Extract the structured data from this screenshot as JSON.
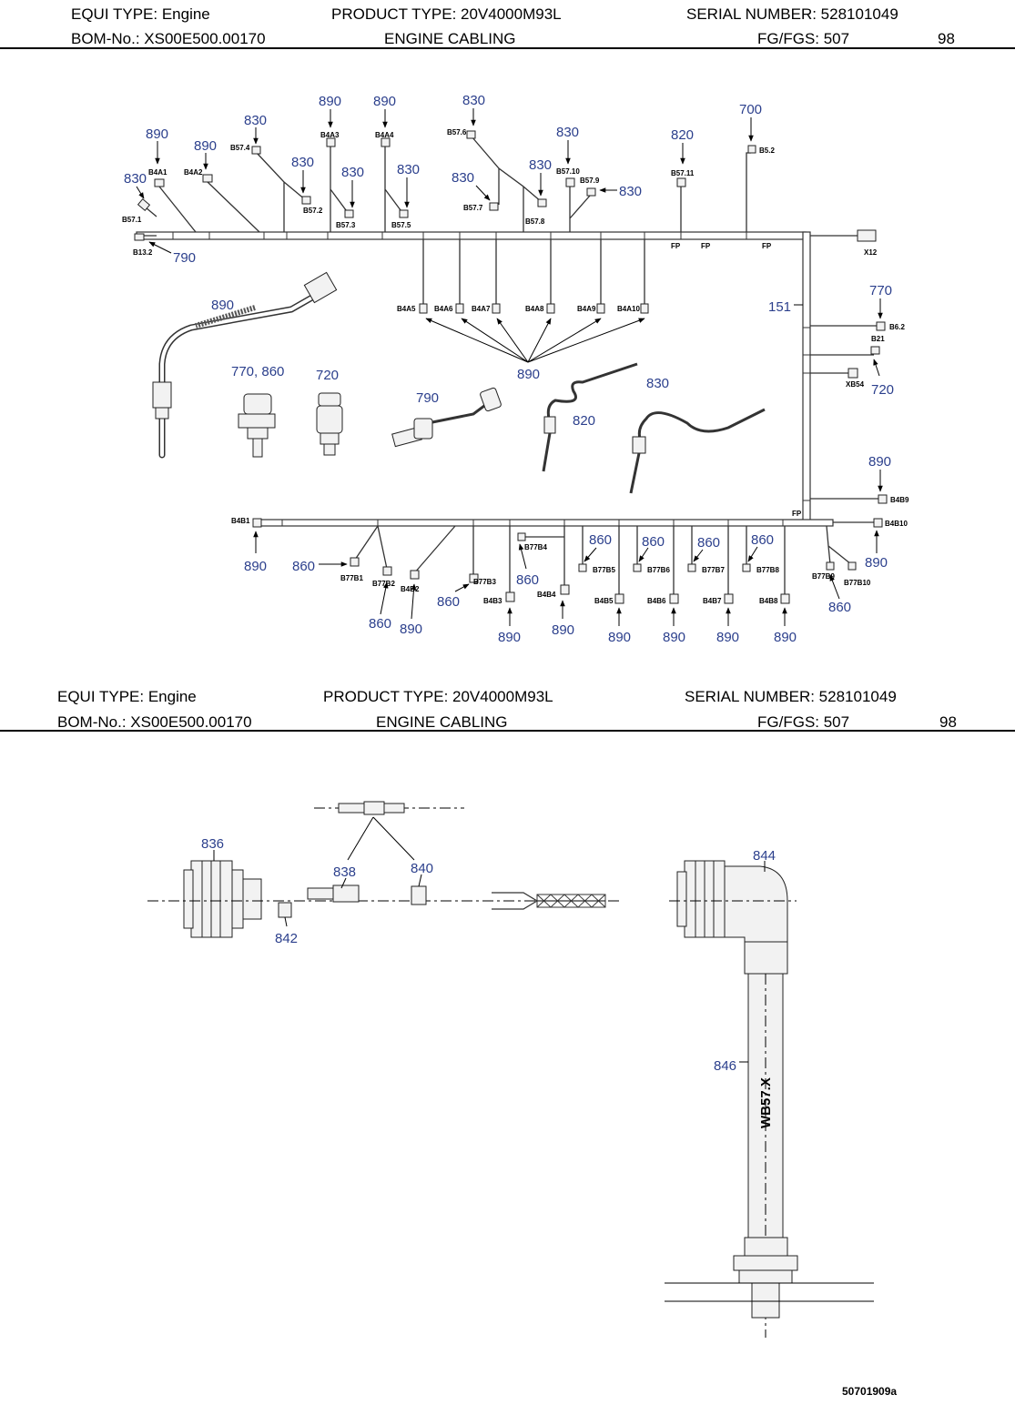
{
  "header": {
    "equi_type": "EQUI TYPE: Engine",
    "product_type": "PRODUCT TYPE: 20V4000M93L",
    "serial_number": "SERIAL NUMBER: 528101049",
    "bom_no": "BOM-No.: XS00E500.00170",
    "title": "ENGINE CABLING",
    "fg_fgs": "FG/FGS: 507",
    "page": "98"
  },
  "diagram_1": {
    "callouts": {
      "c890_b4a1": "890",
      "c830_b57_1": "830",
      "c890_b4a2": "890",
      "c830_b57_4": "830",
      "c890_b4a3": "890",
      "c890_b4a4": "890",
      "c830_b57_2": "830",
      "c830_b57_3": "830",
      "c830_b57_5": "830",
      "c830_b57_6": "830",
      "c830_b57_7": "830",
      "c830_b57_8": "830",
      "c830_b57_10": "830",
      "c830_b57_9": "830",
      "c820": "820",
      "c700": "700",
      "c790_b13": "790",
      "c151": "151",
      "c770_b62": "770",
      "c720_xb54": "720",
      "c890_sensor": "890",
      "c770_860": "770, 860",
      "c720_part": "720",
      "c790_part": "790",
      "c890_b4a_row": "890",
      "c820_part": "820",
      "c830_part": "830",
      "c890_b4b9": "890",
      "c890_b4b1": "890",
      "c860_b77b1": "860",
      "c860_b77b2": "860",
      "c890_b4b2": "890",
      "c860_b77b3": "860",
      "c890_b4b3": "890",
      "c860_b77b4": "860",
      "c890_b4b4": "890",
      "c860_b77b5": "860",
      "c890_b4b5": "890",
      "c860_b77b6": "860",
      "c890_b4b6": "890",
      "c860_b77b7": "860",
      "c890_b4b7": "890",
      "c860_b77b8": "860",
      "c890_b4b8": "890",
      "c890_b4b10": "890",
      "c860_b77b9": "860"
    },
    "labels": {
      "b4a1": "B4A1",
      "b4a2": "B4A2",
      "b57_4": "B57.4",
      "b4a3": "B4A3",
      "b4a4": "B4A4",
      "b57_6": "B57.6",
      "b57_2": "B57.2",
      "b57_3": "B57.3",
      "b57_5": "B57.5",
      "b57_1": "B57.1",
      "b13_2": "B13.2",
      "b57_7": "B57.7",
      "b57_8": "B57.8",
      "b57_10": "B57.10",
      "b57_9": "B57.9",
      "b57_11": "B57.11",
      "b5_2": "B5.2",
      "x12": "X12",
      "fp1": "FP",
      "fp2": "FP",
      "fp3": "FP",
      "fp4": "FP",
      "b4a5": "B4A5",
      "b4a6": "B4A6",
      "b4a7": "B4A7",
      "b4a8": "B4A8",
      "b4a9": "B4A9",
      "b4a10": "B4A10",
      "b6_2": "B6.2",
      "b21": "B21",
      "xb54": "XB54",
      "b4b9": "B4B9",
      "b4b10": "B4B10",
      "b4b1": "B4B1",
      "b77b1": "B77B1",
      "b77b2": "B77B2",
      "b4b2": "B4B2",
      "b77b3": "B77B3",
      "b4b3": "B4B3",
      "b77b4": "B77B4",
      "b4b4": "B4B4",
      "b77b5": "B77B5",
      "b77b6": "B77B6",
      "b77b7": "B77B7",
      "b77b8": "B77B8",
      "b4b5": "B4B5",
      "b4b6": "B4B6",
      "b4b7": "B4B7",
      "b4b8": "B4B8",
      "b77b9": "B77B9",
      "b77b10": "B77B10"
    }
  },
  "diagram_2": {
    "callouts": {
      "c836": "836",
      "c838": "838",
      "c840": "840",
      "c842": "842",
      "c844": "844",
      "c846": "846"
    },
    "cable_label": "WB57.X"
  },
  "footer": {
    "drawing_no": "50701909a"
  }
}
